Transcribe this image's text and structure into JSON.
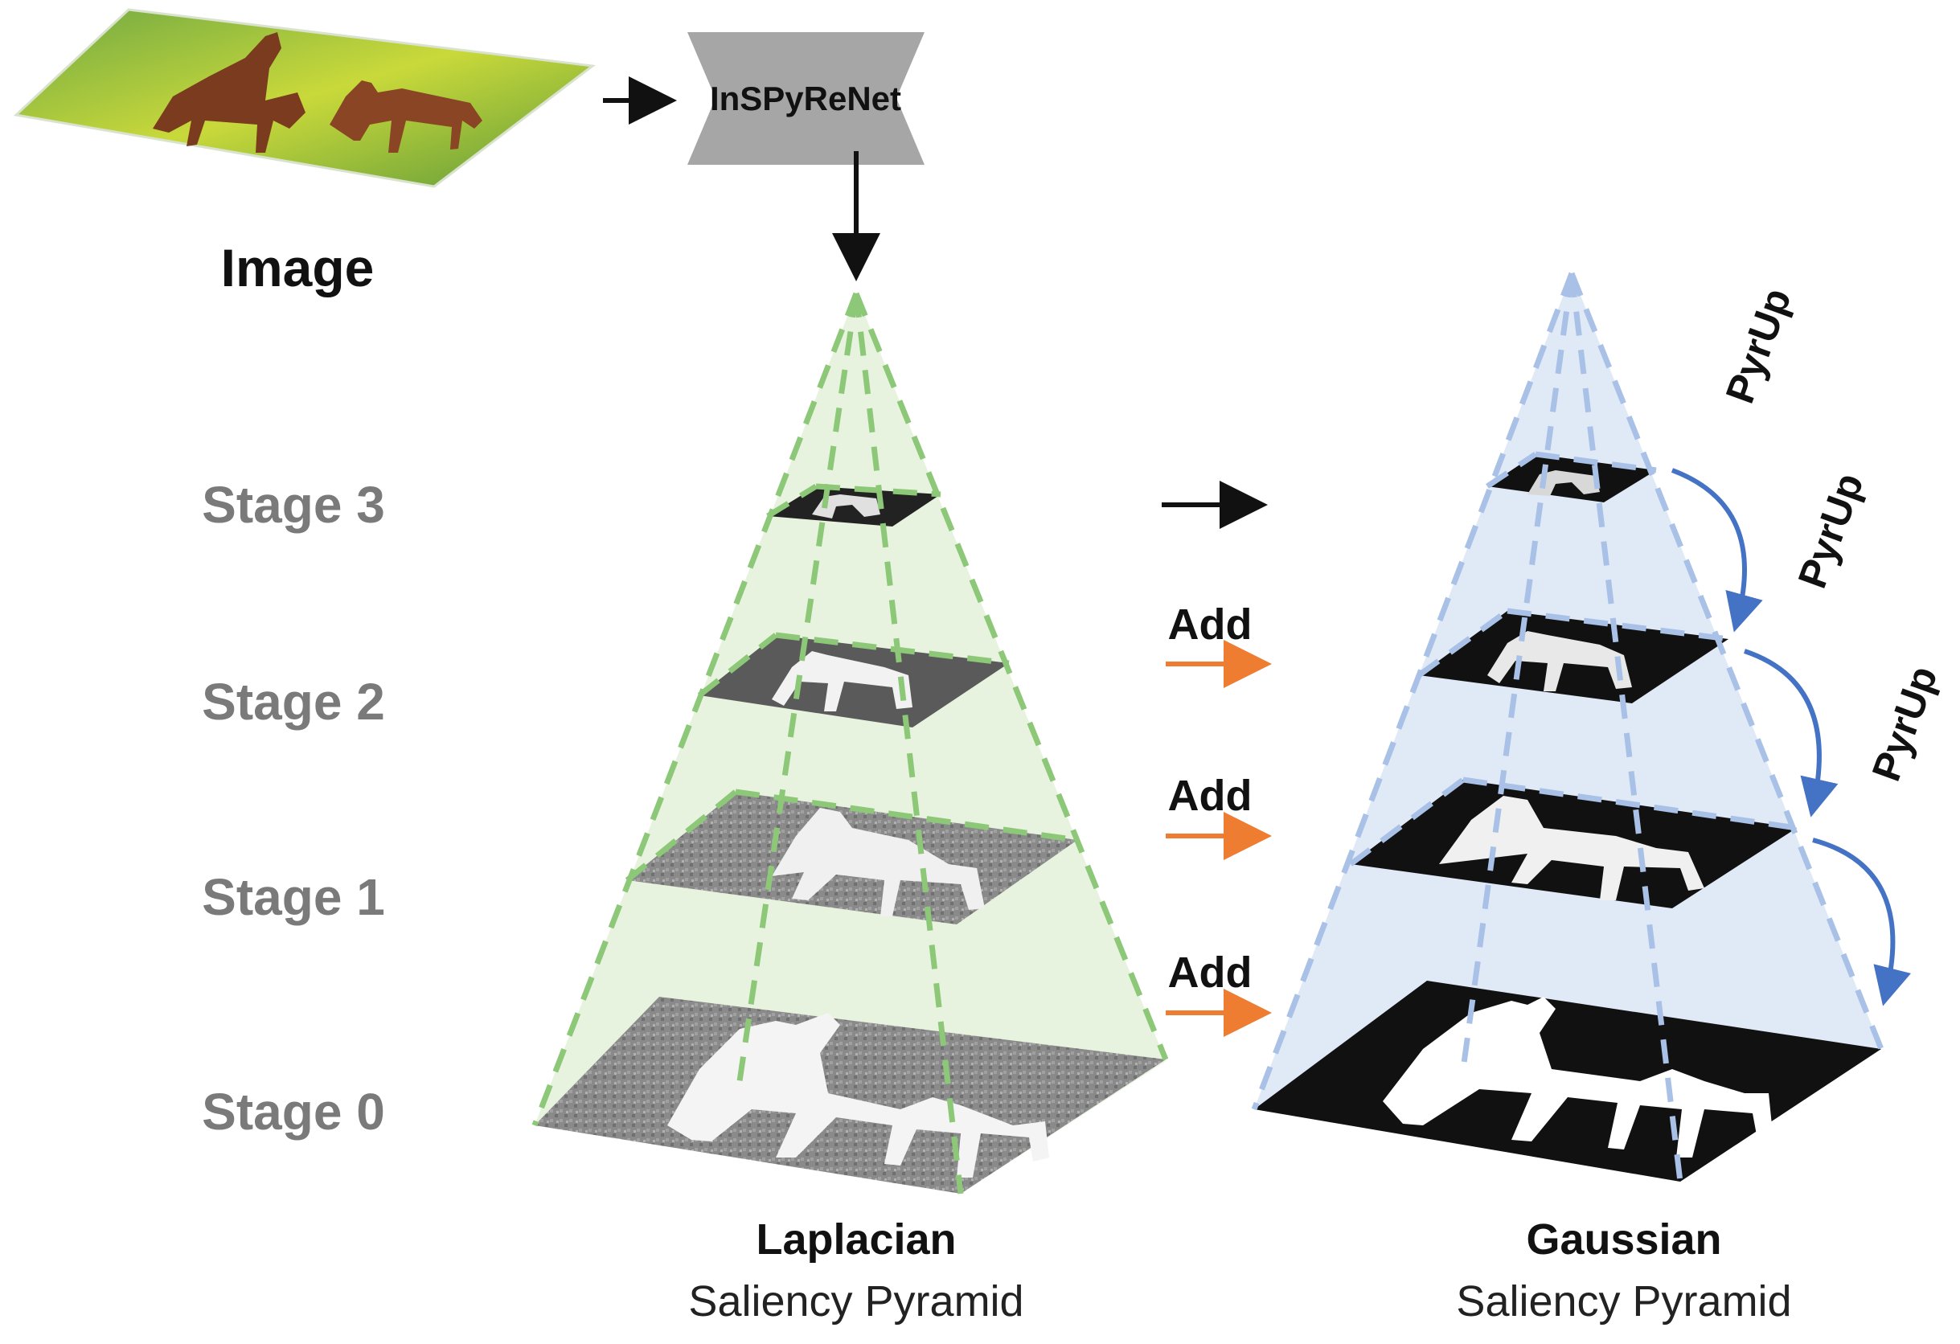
{
  "input": {
    "label": "Image"
  },
  "network": {
    "label": "InSPyReNet"
  },
  "stages": [
    {
      "id": "stage-3",
      "label": "Stage 3"
    },
    {
      "id": "stage-2",
      "label": "Stage 2"
    },
    {
      "id": "stage-1",
      "label": "Stage 1"
    },
    {
      "id": "stage-0",
      "label": "Stage 0"
    }
  ],
  "add_labels": [
    "Add",
    "Add",
    "Add"
  ],
  "pyrup_labels": [
    "PyrUp",
    "PyrUp",
    "PyrUp"
  ],
  "laplacian": {
    "title": "Laplacian",
    "subtitle": "Saliency Pyramid"
  },
  "gaussian": {
    "title": "Gaussian",
    "subtitle": "Saliency Pyramid"
  },
  "colors": {
    "laplacian_fill": "#e3f1d8",
    "laplacian_edge": "#8cc878",
    "gaussian_fill": "#dbe5f4",
    "gaussian_edge": "#a9c1e6",
    "add_arrow": "#ee7d31",
    "pyrup_arrow": "#4472c4",
    "network_box": "#a6a6a6"
  }
}
